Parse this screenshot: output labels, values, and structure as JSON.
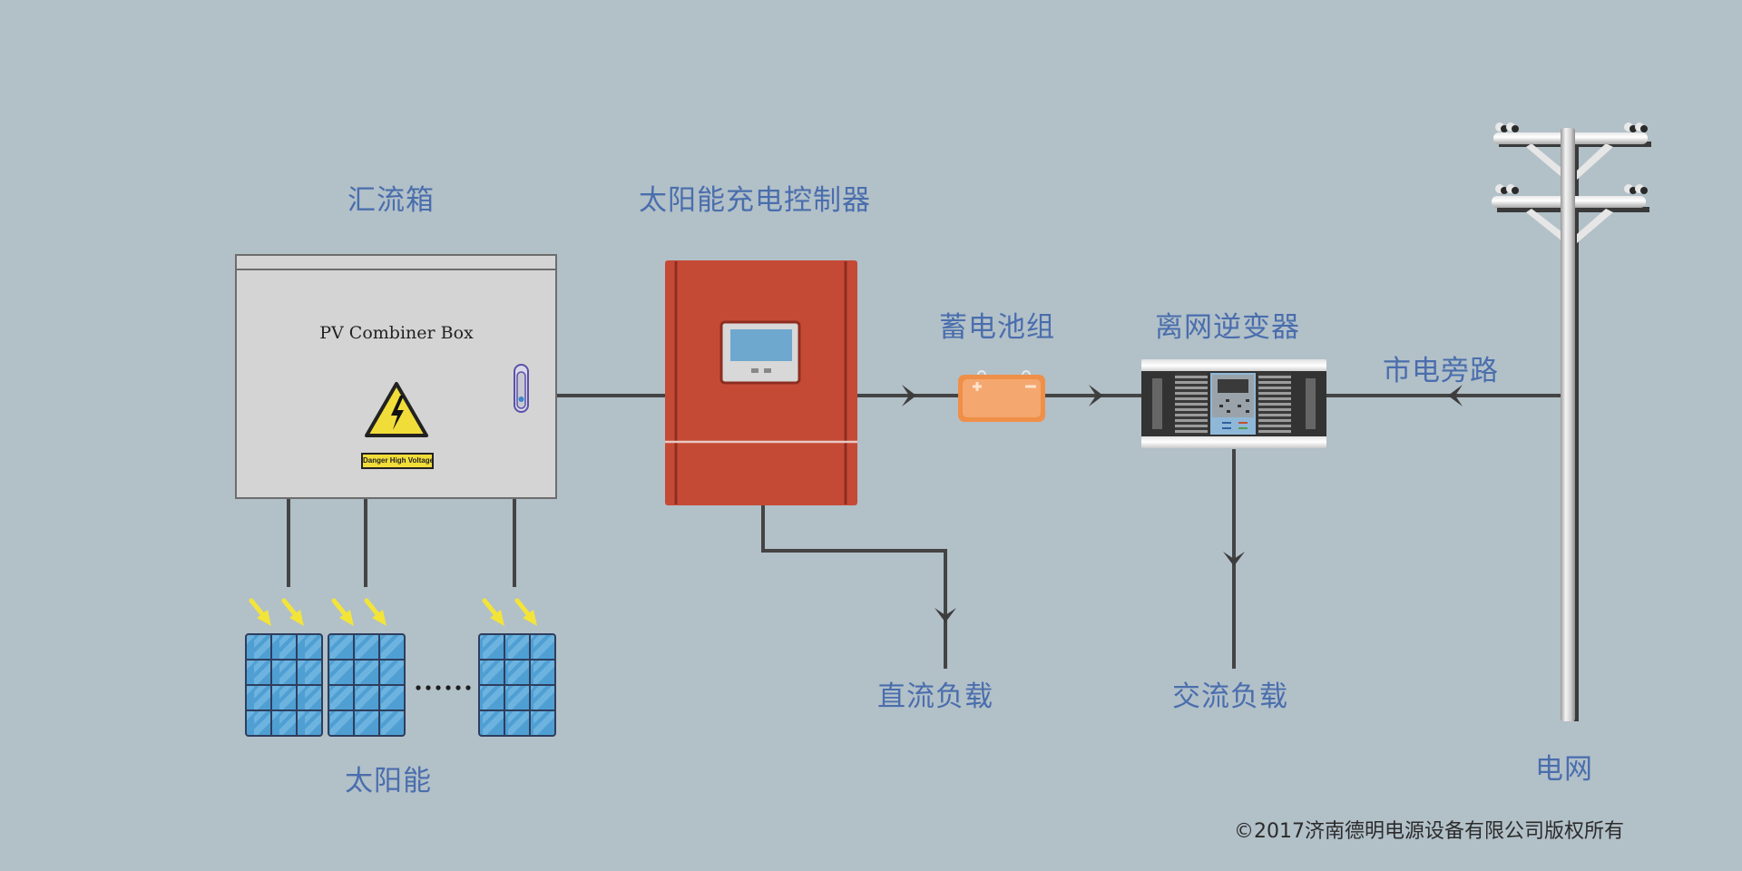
{
  "diagram": {
    "title": "Off-grid solar power system diagram",
    "components": {
      "combiner_box": {
        "label": "汇流箱",
        "device_text": "PV Combiner Box",
        "warning_text": "Danger High Voltage"
      },
      "charge_controller": {
        "label": "太阳能充电控制器"
      },
      "battery_bank": {
        "label": "蓄电池组",
        "positive_symbol": "+",
        "negative_symbol": "−"
      },
      "offgrid_inverter": {
        "label": "离网逆变器"
      },
      "utility_bypass": {
        "label": "市电旁路"
      },
      "grid": {
        "label": "电网"
      },
      "dc_load": {
        "label": "直流负载"
      },
      "ac_load": {
        "label": "交流负载"
      },
      "solar_panels": {
        "label": "太阳能",
        "ellipsis": "·······",
        "panel_count_shown": 3
      }
    },
    "connections": [
      {
        "from": "solar_panels",
        "to": "combiner_box"
      },
      {
        "from": "combiner_box",
        "to": "charge_controller"
      },
      {
        "from": "charge_controller",
        "to": "battery_bank",
        "arrow": "right"
      },
      {
        "from": "battery_bank",
        "to": "offgrid_inverter",
        "arrow": "right"
      },
      {
        "from": "grid",
        "to": "offgrid_inverter",
        "via": "utility_bypass",
        "arrow": "left"
      },
      {
        "from": "charge_controller",
        "to": "dc_load",
        "arrow": "down"
      },
      {
        "from": "offgrid_inverter",
        "to": "ac_load",
        "arrow": "down"
      }
    ],
    "colors": {
      "background": "#b2c0c8",
      "label_text": "#4a6ead",
      "wire": "#444444",
      "controller_red": "#c54a36",
      "battery_orange": "#f4a46a",
      "panel_blue": "#5aa8d8",
      "sun_arrow_yellow": "#f3e43a"
    }
  },
  "copyright": "©2017济南德明电源设备有限公司版权所有"
}
